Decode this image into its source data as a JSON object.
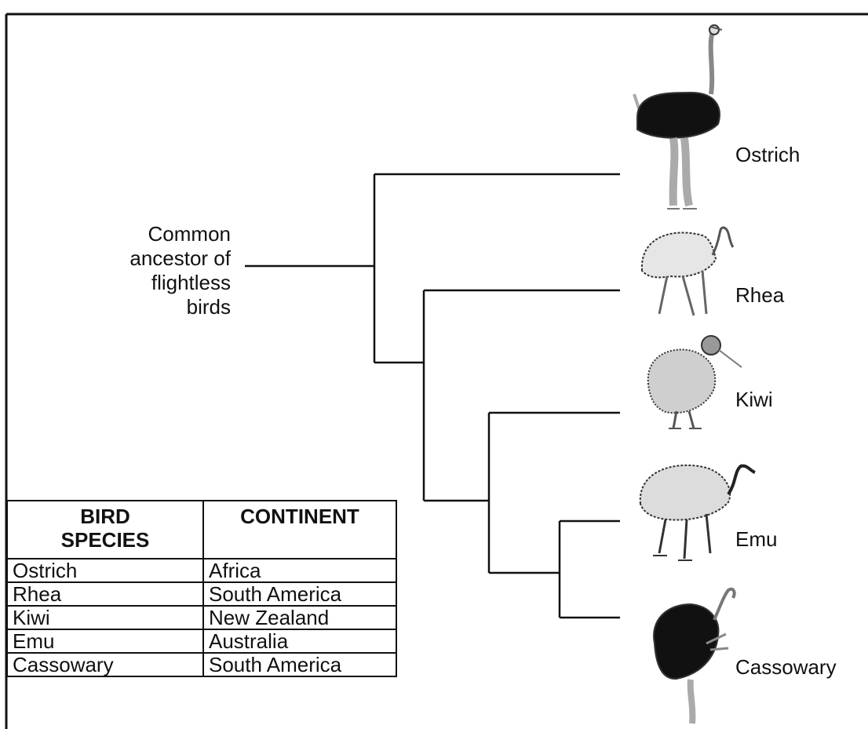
{
  "ancestor_label": {
    "line1": "Common",
    "line2": "ancestor of",
    "line3": "flightless",
    "line4": "birds"
  },
  "birds": [
    {
      "name": "Ostrich",
      "continent": "Africa"
    },
    {
      "name": "Rhea",
      "continent": "South America"
    },
    {
      "name": "Kiwi",
      "continent": "New Zealand"
    },
    {
      "name": "Emu",
      "continent": "Australia"
    },
    {
      "name": "Cassowary",
      "continent": "South America"
    }
  ],
  "table": {
    "header_species_line1": "BIRD",
    "header_species_line2": "SPECIES",
    "header_continent": "CONTINENT"
  },
  "colors": {
    "line": "#111111",
    "background": "#ffffff"
  }
}
